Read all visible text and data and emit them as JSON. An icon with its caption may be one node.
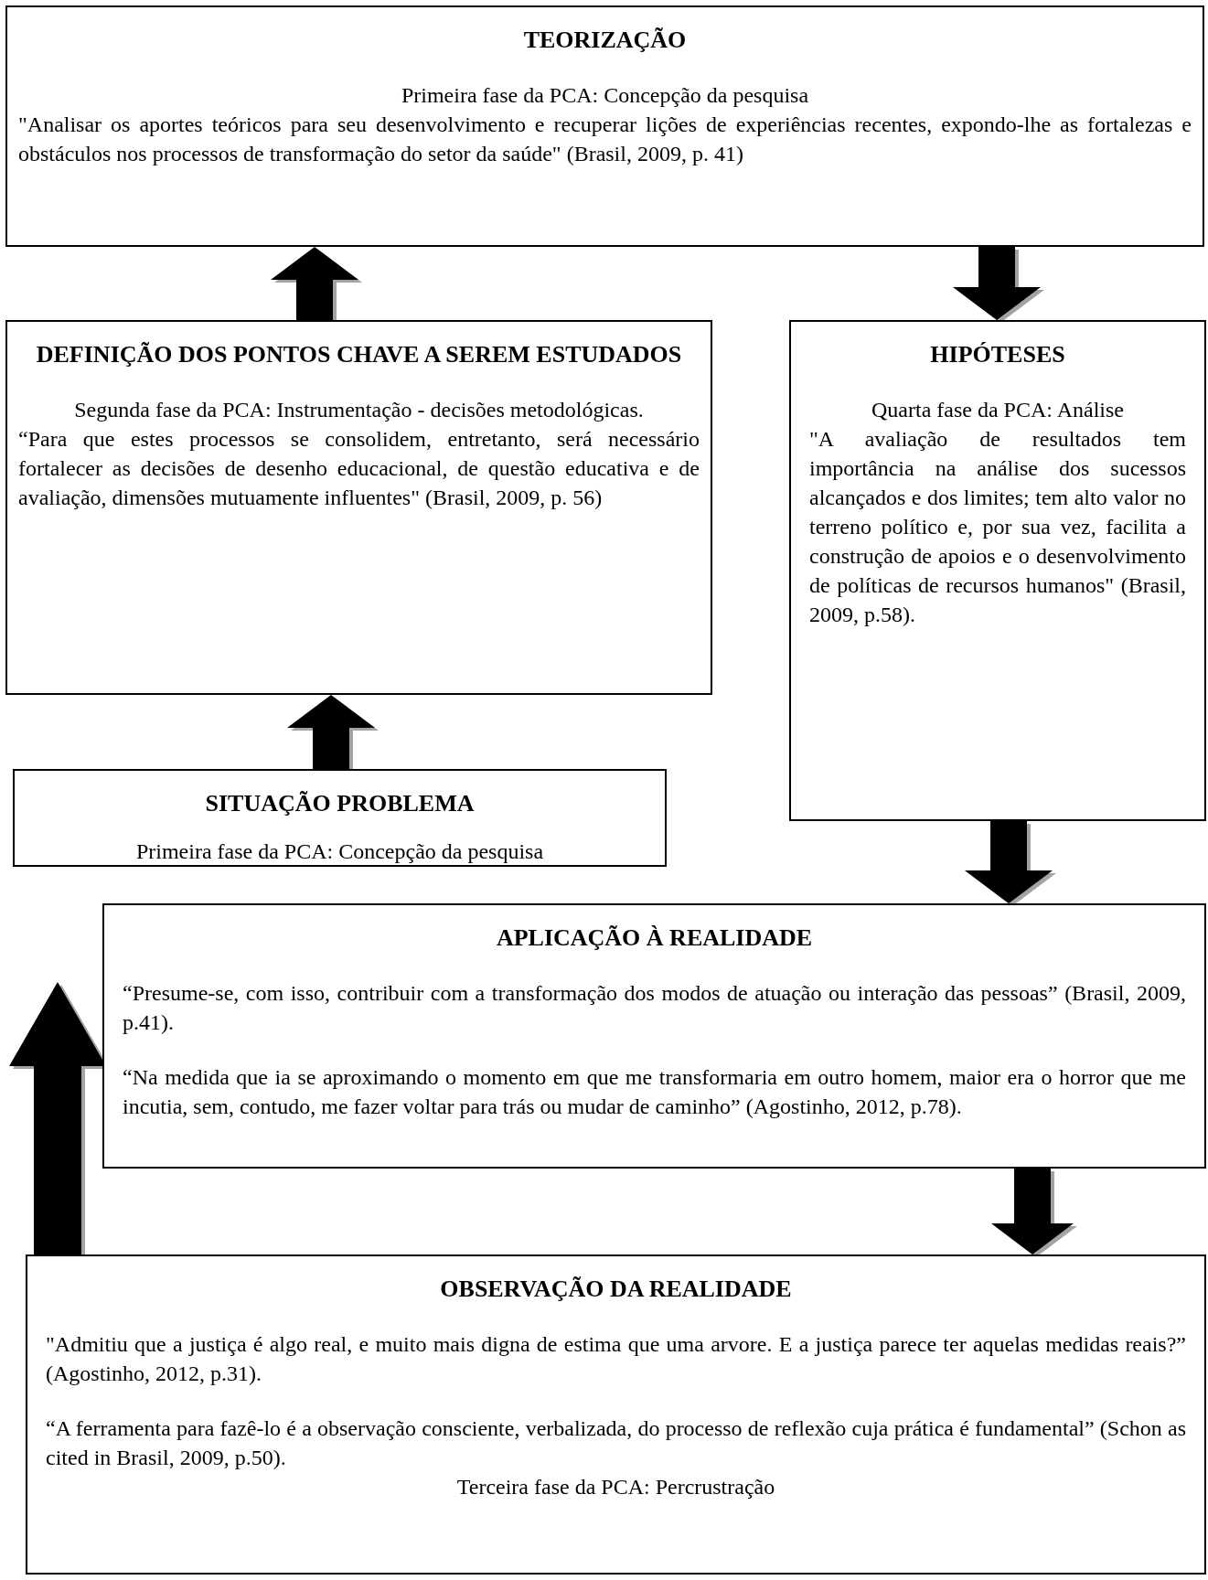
{
  "diagram": {
    "nodes": [
      {
        "text": [
          "TEORIZAÇÃO",
          "Primeira fase da PCA: Concepção da pesquisa",
          "\"Analisar os aportes teóricos para seu desenvolvimento e recuperar lições de experiências recentes, expondo-lhe as fortalezas e obstáculos nos processos de transformação do setor da saúde\" (Brasil, 2009, p. 41)"
        ]
      },
      {
        "text": [
          "DEFINIÇÃO DOS PONTOS CHAVE A SEREM ESTUDADOS",
          "Segunda fase da PCA: Instrumentação - decisões metodológicas.",
          "“Para que estes processos se consolidem, entretanto, será necessário fortalecer as decisões de desenho educacional, de questão educativa e de avaliação, dimensões mutuamente influentes\" (Brasil, 2009, p. 56)"
        ]
      },
      {
        "text": [
          "HIPÓTESES",
          "Quarta fase da PCA: Análise",
          "\"A avaliação de resultados tem importância na análise dos sucessos alcançados e dos limites; tem alto valor no terreno político e, por sua vez, facilita a construção de apoios e o desenvolvimento de políticas de recursos humanos\" (Brasil, 2009, p.58)."
        ]
      },
      {
        "text": [
          "SITUAÇÃO PROBLEMA",
          "Primeira fase da PCA: Concepção da pesquisa"
        ]
      },
      {
        "text": [
          "APLICAÇÃO À REALIDADE",
          "“Presume-se, com isso, contribuir com a transformação dos modos de atuação ou interação das pessoas” (Brasil, 2009, p.41).",
          "“Na medida que ia se aproximando o momento em que me transformaria em outro homem, maior era o horror que me incutia, sem, contudo, me fazer voltar para trás ou mudar de caminho” (Agostinho, 2012, p.78)."
        ]
      },
      {
        "text": [
          "OBSERVAÇÃO DA REALIDADE",
          "\"Admitiu que a justiça é algo real, e muito mais digna de estima que uma arvore. E a justiça parece ter aquelas medidas reais?” (Agostinho, 2012, p.31).",
          "“A ferramenta para fazê-lo é a observação consciente, verbalizada, do processo de reflexão cuja prática é fundamental” (Schon as cited in Brasil, 2009, p.50).",
          "Terceira fase da PCA: Percrustração"
        ]
      }
    ],
    "edges": [
      {
        "from": 1,
        "to": 0,
        "arrow": "to"
      },
      {
        "from": 0,
        "to": 2,
        "arrow": "to"
      },
      {
        "from": 3,
        "to": 1,
        "arrow": "to"
      },
      {
        "from": 2,
        "to": 4,
        "arrow": "to"
      },
      {
        "from": 4,
        "to": 5,
        "arrow": "to"
      },
      {
        "from": 5,
        "to": null,
        "arrow": "to"
      }
    ]
  }
}
